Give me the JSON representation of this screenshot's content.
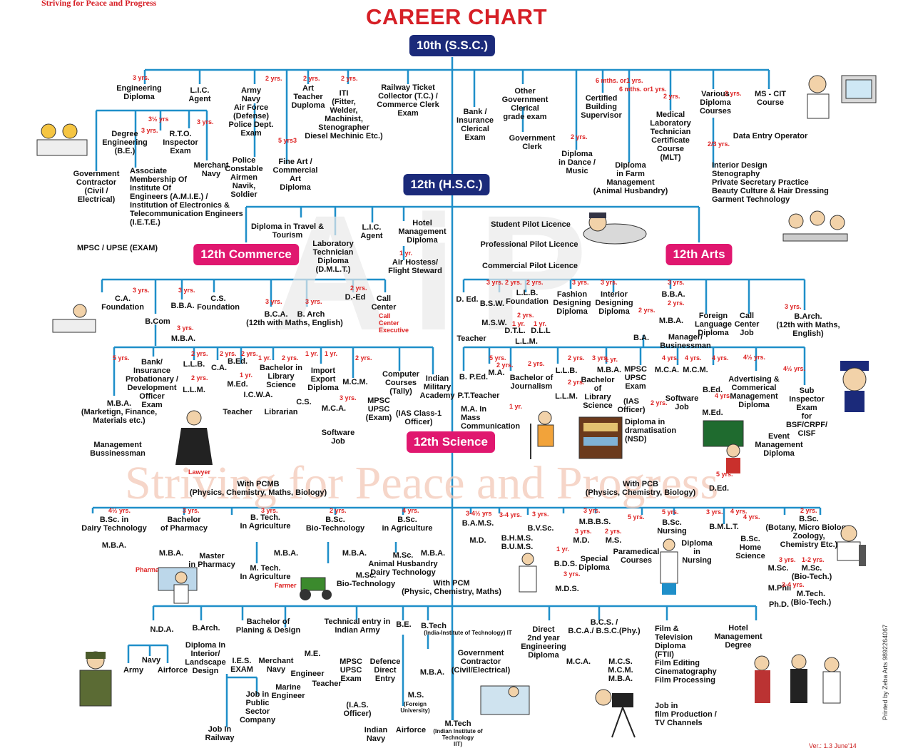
{
  "slogan": "Striving for Peace and Progress",
  "title": "CAREER CHART",
  "watermark": "Striving for Peace and Progress",
  "watermark_logo": "AiP",
  "printed_by": "Printed by Zeba Arts 9892264067",
  "version": "Ver.: 1.3 June'14",
  "stages": {
    "ssc": "10th (S.S.C.)",
    "hsc": "12th (H.S.C.)",
    "commerce": "12th Commerce",
    "arts": "12th Arts",
    "science": "12th Science"
  },
  "ssc_options": {
    "eng_diploma": "Engineering\nDiploma",
    "lic": "L.I.C.\nAgent",
    "army": "Army\nNavy\nAir Force\n(Defense)\nPolice Dept.\nExam",
    "art_teacher": "Art\nTeacher\nDuploma",
    "iti": "ITI\n(Fitter,\nWelder,\nMachinist,\nStenographer\nDiesel Mechinic Etc.)",
    "railway": "Railway Ticket\nCollector (T.C.) /\nCommerce Clerk\nExam",
    "bank": "Bank /\nInsurance\nClerical\nExam",
    "govt_clerical": "Other\nGovernment\nClerical\ngrade exam",
    "govt_clerk": "Government\nClerk",
    "building": "Certified\nBuilding\nSupervisor",
    "mlt": "Medical\nLaboratory\nTechnician\nCertificate\nCourse\n(MLT)",
    "various": "Various\nDiploma\nCourses",
    "mscit": "MS - CIT\nCourse",
    "data_entry": "Data Entry Operator",
    "interior": "Interior Design\nStenography\nPrivate Secretary Practice\nBeauty Culture & Hair Dressing\nGarment Technology",
    "degree_eng": "Degree\nEngineering\n(B.E.)",
    "rto": "R.T.O.\nInspector\nExam",
    "merchant": "Merchant\nNavy",
    "govt_contractor": "Government\nContractor\n(Civil /\nElectrical)",
    "amie": "Associate\nMembership Of\nInstitute Of\nEngineers (A.M.I.E.) /\nInstitution of Electronics &\nTelecommunication Engineers\n(I.E.T.E.)",
    "police": "Police\nConstable\nAirmen\nNavik,\nSoldier",
    "fine_art": "Fine Art /\nCommercial\nArt\nDiploma",
    "dance": "Diploma\nin Dance /\nMusic",
    "farm": "Diploma\nin Farm\nManagement\n(Animal Husbandry)",
    "mpsc": "MPSC / UPSE (EXAM)"
  },
  "hsc_options": {
    "travel": "Diploma in Travel &\nTourism",
    "dmlt": "Laboratory\nTechnician\nDiploma\n(D.M.L.T.)",
    "lic": "L.I.C.\nAgent",
    "hotel": "Hotel\nManagement\nDiploma",
    "air_hostess": "Air Hostess/\nFlight Steward",
    "student_pilot": "Student Pilot Licence",
    "professional_pilot": "Professional Pilot Licence",
    "commercial_pilot": "Commercial Pilot Licence"
  },
  "commerce": {
    "ca": "C.A.\nFoundation",
    "bba": "B.B.A.",
    "cs": "C.S.\nFoundation",
    "bcom": "B.Com",
    "mba": "M.B.A.",
    "bca": "B.C.A.",
    "barch": "B. Arch",
    "maths_eng": "(12th with Maths, English)",
    "ded": "D.-Ed",
    "call_center": "Call\nCenter",
    "call_exec": "Call\nCenter\nExecutive",
    "bank_po": "Bank/\nInsurance\nProbationary /\nDevelopment\nOfficer\nExam",
    "mba_mkt": "M.B.A.\n(Marketign, Finance,\nMaterials etc.)",
    "mgmt": "Management\nBussinessman",
    "lawyer": "Lawyer",
    "llb": "L.L.B.",
    "llm": "L.L.M.",
    "ca2": "C.A.",
    "bed": "B.Ed.",
    "med": "M.Ed.",
    "teacher": "Teacher",
    "icwa": "I.C.W.A.",
    "lib_sci": "Bachelor in\nLibrary\nScience",
    "librarian": "Librarian",
    "cs2": "C.S.",
    "import_export": "Import\nExport\nDiploma",
    "mcm": "M.C.M.",
    "mca": "M.C.A.",
    "software": "Software\nJob",
    "mpsc": "MPSC\nUPSC\n(Exam)",
    "computer": "Computer\nCourses\n(Tally)",
    "ias": "(IAS Class-1\nOfficer)",
    "military": "Indian\nMilitary\nAcademy"
  },
  "arts": {
    "ded": "D. Ed.",
    "teacher": "Teacher",
    "bsw": "B.S.W.",
    "msw": "M.S.W.",
    "llb_found": "L.L.B.\nFoundation",
    "dtl": "D.T.L.",
    "dll": "D.L.L",
    "llm": "L.L.M.",
    "fashion": "Fashion\nDesigning\nDiploma",
    "interior": "Interior\nDesigning\nDiploma",
    "bba": "B.B.A.",
    "mba": "M.B.A.",
    "manager": "Manager/\nBusinessman",
    "foreign": "Foreign\nLanguage\nDiploma",
    "call": "Call\nCenter\nJob",
    "barch": "B.Arch.\n(12th with Maths,\nEnglish)",
    "ba": "B.A.",
    "bped": "B. P.Ed.",
    "pt": "P.T.Teacher",
    "ma": "M.A.",
    "journalism": "Bachelor of\nJournalism",
    "mass_comm": "M.A. In\nMass\nCommunication",
    "llb": "L.L.B.",
    "llm2": "L.L.M.",
    "bachelor_lib": "Bachelor\nof\nLibrary\nScience",
    "mba2": "M.B.A.",
    "mpsc": "MPSC\nUPSC\nExam",
    "ias": "(IAS\nOfficer)",
    "drama": "Diploma in\ndramatisation\n(NSD)",
    "mca": "M.C.A.",
    "mcm": "M.C.M.",
    "software": "Software\nJob",
    "bed": "B.Ed.",
    "med": "M.Ed.",
    "advertising": "Advertising &\nCommerical\nManagement\nDiploma",
    "event": "Event\nManagement\nDiploma",
    "sub_inspector": "Sub\nInspector\nExam\nfor\nBSF/CRPF/\nCISF"
  },
  "science": {
    "pcmb": "With PCMB\n(Physics, Chemistry, Maths, Biology)",
    "pcb": "With PCB\n(Physics, Chemistry, Biology)",
    "ded": "D.Ed.",
    "pcm": "With PCM\n(Physic, Chemistry, Maths)",
    "bsc_dairy": "B.Sc. in\nDairy Technology",
    "mba1": "M.B.A.",
    "pharmacy": "Bachelor\nof Pharmacy",
    "mba2": "M.B.A.",
    "master_pharm": "Master\nin Pharmacy",
    "pharmacist": "Pharmacist",
    "btech_agri": "B. Tech.\nIn Agriculture",
    "mtech_agri": "M. Tech.\nIn Agriculture",
    "mba3": "M.B.A.",
    "farmer": "Farmer",
    "bsc_biotech": "B.Sc.\nBio-Technology",
    "mba4": "M.B.A.",
    "msc_biotech": "M.Sc.\nBio-Technology",
    "bsc_agri": "B.Sc.\nin Agriculture",
    "msc": "M.Sc.",
    "mba5": "M.B.A.",
    "animal": "Animal Husbandry\nDairy Technology",
    "bams": "B.A.M.S.",
    "md": "M.D.",
    "bhms": "B.H.M.S.\nB.U.M.S.",
    "bvsc": "B.V.Sc.",
    "mbbs": "M.B.B.S.",
    "md2": "M.D.",
    "ms": "M.S.",
    "bds": "B.D.S.",
    "special": "Special\nDiploma",
    "mds": "M.D.S.",
    "paramedical": "Paramedical\nCourses",
    "nursing": "B.Sc.\nNursing",
    "diploma_nursing": "Diploma\nin\nNursing",
    "bmlt": "B.M.L.T.",
    "home": "B.Sc.\nHome\nScience",
    "bsc_botany": "B.Sc.\n(Botany, Micro Biology,\nZoology,\nChemistry Etc.)",
    "msc2": "M.Sc.",
    "msc_biotech2": "M.Sc.\n(Bio-Tech.)",
    "mphil": "M.Phil",
    "phd": "Ph.D.",
    "mtech_bio": "M.Tech.\n(Bio-Tech.)",
    "nda": "N.D.A.",
    "army": "Army",
    "navy": "Navy",
    "airforce": "Airforce",
    "barch": "B.Arch.",
    "interior": "Diploma In\nInterior/\nLandscape\nDesign",
    "planning": "Bachelor of\nPlaning & Design",
    "ies": "I.E.S.\nEXAM",
    "merchant": "Merchant\nNavy",
    "marine": "Marine\nEngineer",
    "me": "M.E.",
    "engineer": "Engineer",
    "teacher": "Teacher",
    "psu": "Job in\nPublic\nSector\nCompany",
    "railway": "Job In\nRailway",
    "technical_army": "Technical entry in\nIndian Army",
    "be": "B.E.",
    "btech": "B.Tech",
    "btech_iit": "(India-Institute of Technology) IT",
    "mpsc": "MPSC\nUPSC\nExam",
    "ias": "(I.A.S.\nOfficer)",
    "defence": "Defence\nDirect\nEntry",
    "indian_navy": "Indian\nNavy",
    "airforce2": "Airforce",
    "mba": "M.B.A.",
    "ms_foreign": "(Foreign\nUniversity)",
    "mtech": "M.Tech",
    "mtech_iit": "(Indian Institute of\nTechnology\nIIT)",
    "govt_contractor": "Government\nContractor\n(Civil/Electrical)",
    "direct2": "Direct\n2nd year\nEngineering\nDiploma",
    "bcs": "B.C.S. /\nB.C.A./ B.S.C.(Phy.)",
    "mca": "M.C.A.",
    "mcs": "M.C.S.\nM.C.M.\nM.B.A.",
    "film": "Film &\nTelevision\nDiploma\n(FTII)\nFilm Editing\nCinematography\nFilm Processing",
    "film_job": "Job in\nfilm Production /\nTV Channels",
    "hotel": "Hotel\nManagement\nDegree"
  },
  "durations": [
    "3 yrs.",
    "3 yrs.",
    "3½ yrs",
    "3 yrs.",
    "2 yrs.",
    "2 yrs.",
    "5 yrs3",
    "2 yrs.",
    "6 mths. or1 yrs.",
    "6 mths. or1 yrs.",
    "2 yrs.",
    "2 yrs.",
    "2/3 yrs.",
    "2 yrs.",
    "3 yrs.",
    "3 yrs.",
    "1 yr.",
    "3 yrs.",
    "3 yrs.",
    "2 yrs.",
    "3 yrs.",
    "5 yrs.",
    "2 yrs.",
    "2 yrs.",
    "2 yrs.",
    "2 yrs.",
    "1 yr.",
    "1 yr.",
    "2 yrs.",
    "1 yr.",
    "1 yr.",
    "3 yrs.",
    "2 yrs.",
    "3 yrs.",
    "2 yrs.",
    "2 yrs.",
    "3 yrs.",
    "3 yrs.",
    "3 yrs.",
    "2 yrs.",
    "2 yrs.",
    "2 yrs.",
    "1 yr.",
    "1 yr.",
    "3 yrs.",
    "5 yrs.",
    "2 yrs.",
    "2 yrs.",
    "1 yr.",
    "2 yrs.",
    "2 yrs.",
    "3 yrs.",
    "1 yr.",
    "2 yrs.",
    "4 yrs.",
    "4 yrs.",
    "4 yrs.",
    "4 yrs.",
    "4½ yrs.",
    "4½ yrs.",
    "5 yrs.",
    "4½ yrs.",
    "3 yrs.",
    "3 yrs.",
    "2 yrs.",
    "4 yrs.",
    "3-4½ yrs",
    "3-4 yrs.",
    "3 yrs.",
    "3 yrs.",
    "3 yrs.",
    "2 yrs.",
    "1 yr.",
    "3 yrs.",
    "5 yrs.",
    "5 yrs.",
    "3 yrs.",
    "4 yrs.",
    "4 yrs.",
    "2 yrs.",
    "3 yrs.",
    "1-2 yrs.",
    "3-4 yrs."
  ]
}
